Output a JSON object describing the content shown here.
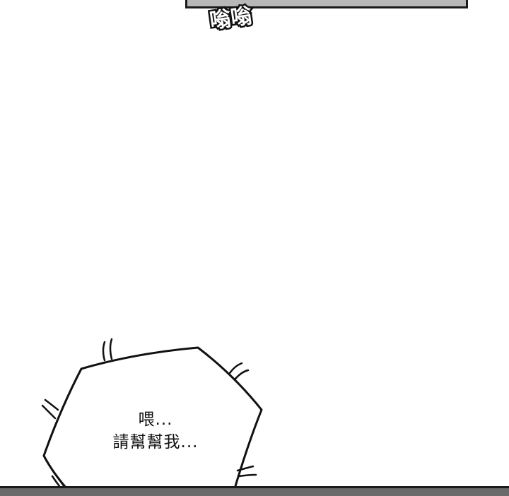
{
  "sound_effect": {
    "text": "嗡嗡",
    "icon": "buzz-sound-effect"
  },
  "speech_bubble": {
    "lines": [
      "喂...",
      "請幫幫我..."
    ],
    "icon": "spiky-speech-bubble"
  },
  "colors": {
    "background": "#ffffff",
    "ink": "#111111",
    "top_panel_fill": "#b8b8b8",
    "bottom_panel_fill": "#6a6a6a"
  }
}
